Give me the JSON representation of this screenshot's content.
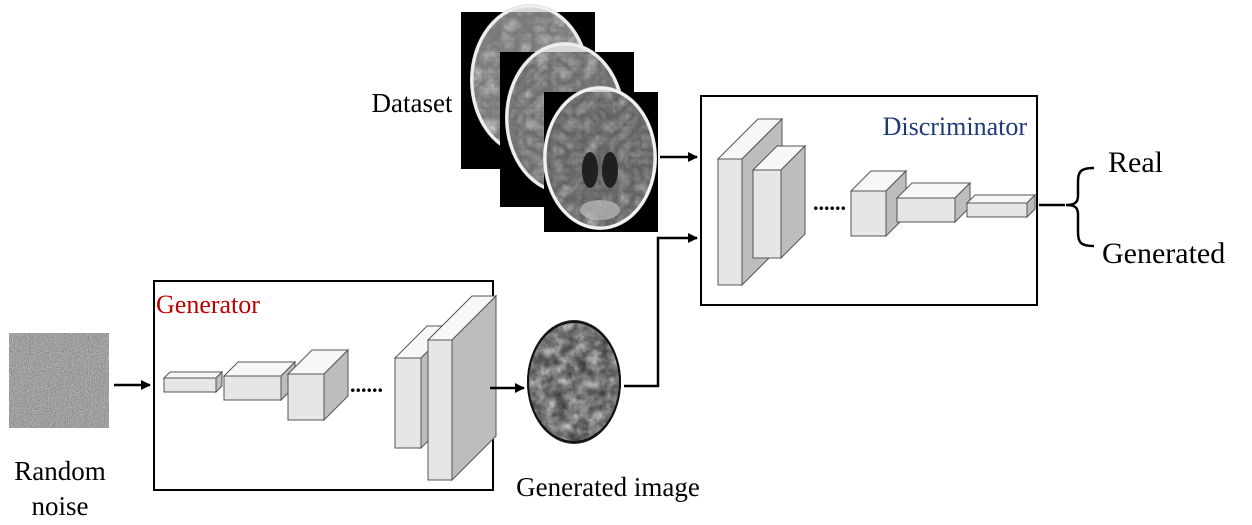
{
  "labels": {
    "random_noise": [
      "Random",
      "noise"
    ],
    "generator": "Generator",
    "generated_image": "Generated image",
    "dataset": "Dataset",
    "discriminator": "Discriminator",
    "real": "Real",
    "generated": "Generated"
  },
  "colors": {
    "generator_label": "#c00000",
    "discriminator_label": "#1f3a78",
    "box_border": "#000000",
    "block_face": "#e6e6e6",
    "block_side": "#bdbdbd",
    "block_top": "#f7f7f7"
  }
}
